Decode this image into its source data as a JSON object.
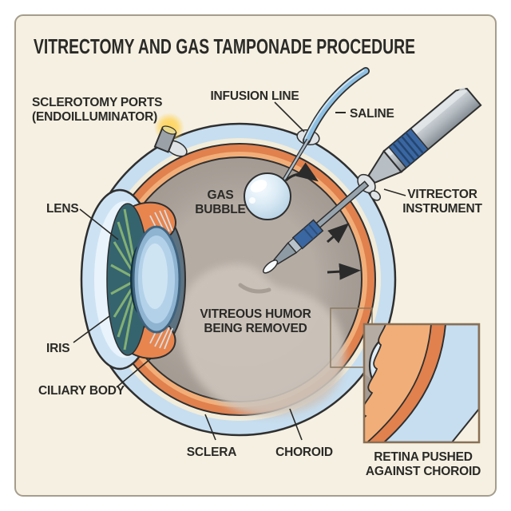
{
  "title": "VITRECTOMY AND GAS TAMPONADE PROCEDURE",
  "labels": {
    "sclerotomy_ports": {
      "line1": "SCLEROTOMY PORTS",
      "line2": "(ENDOILLUMINATOR)"
    },
    "infusion_line": "INFUSION LINE",
    "saline": "SALINE",
    "gas_bubble": {
      "line1": "GAS",
      "line2": "BUBBLE"
    },
    "vitrector_instrument": {
      "line1": "VITRECTOR",
      "line2": "INSTRUMENT"
    },
    "lens": "LENS",
    "iris": "IRIS",
    "ciliary_body": "CILIARY BODY",
    "vitreous_humor": {
      "line1": "VITREOUS HUMOR",
      "line2": "BEING REMOVED"
    },
    "sclera": "SCLERA",
    "choroid": "CHOROID",
    "inset_caption": {
      "line1": "RETINA PUSHED",
      "line2": "AGAINST CHOROID"
    }
  },
  "colors": {
    "panel": "#f5f0e2",
    "frame_border": "#a59d8c",
    "sclera_blue": "#c6def0",
    "cream_ring": "#f2ecda",
    "choroid_dark": "#e0814e",
    "choroid_light": "#f2ae78",
    "vitreous_gray": "#b5aca4",
    "vitreous_removed": "#cdc5bc",
    "iris_teal": "#35646f",
    "iris_streak_green": "#8cb873",
    "pupil_dark": "#14323e",
    "lens_ring": "#8fb4d2",
    "lens_mid": "#b3d2e9",
    "lens_core": "#cfe4f3",
    "cornea": "#cde3f4",
    "anterior_chamber": "#e9f3fb",
    "ciliary_orange": "#e8854e",
    "instrument_blue": "#3a67a2",
    "saline_tube_blue": "#8fc0e2",
    "glow_yellow": "#ffd355",
    "inset_border": "#8a7055",
    "arrow_dark": "#2b2b2b"
  }
}
